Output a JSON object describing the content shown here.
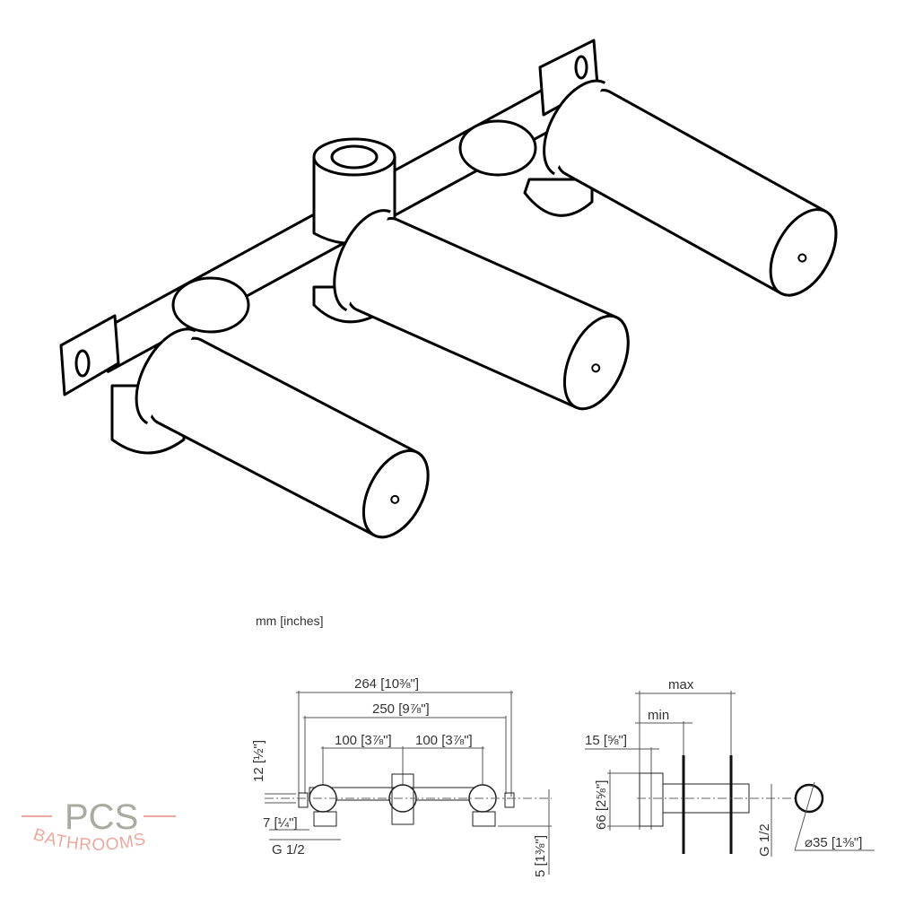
{
  "units_label": "mm [inches]",
  "front_view": {
    "dim_overall": "264 [10⅜\"]",
    "dim_brackets": "250 [9⅞\"]",
    "dim_spacing_left": "100 [3⅞\"]",
    "dim_spacing_right": "100 [3⅞\"]",
    "dim_height": "12 [½\"]",
    "dim_offset": "7 [¼\"]",
    "dim_thread": "G 1/2",
    "dim_depth": "5 [1⅜\"]"
  },
  "side_view": {
    "dim_max": "max",
    "dim_min": "min",
    "dim_flange": "15 [⅝\"]",
    "dim_height": "66 [2⅝\"]",
    "dim_thread": "G 1/2",
    "dim_diameter": "⌀35 [1⅜\"]"
  },
  "logo": {
    "brand": "PCS",
    "subtitle": "BATHROOMS",
    "colors": {
      "letters": "#a8ab9f",
      "accent": "#e8a9a0"
    }
  }
}
